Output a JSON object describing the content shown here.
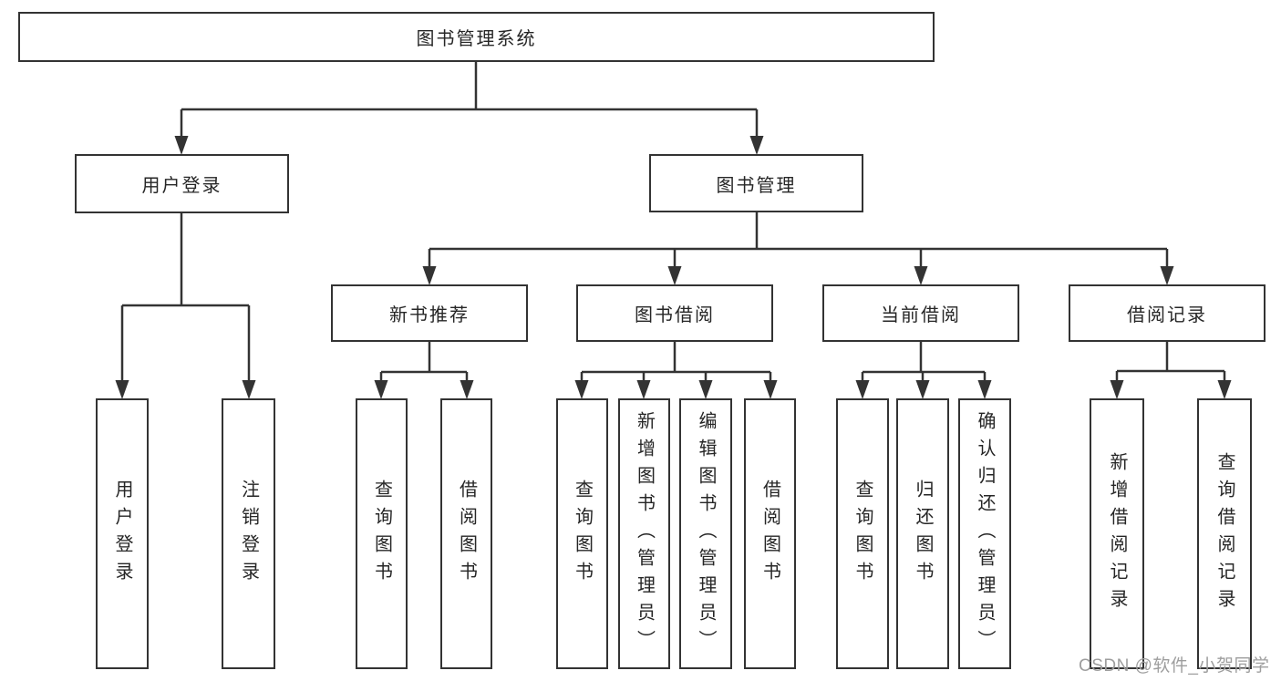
{
  "colors": {
    "line": "#333333",
    "box_border": "#333333",
    "text": "#262626",
    "watermark": "#9e9e9e",
    "background": "#ffffff"
  },
  "watermark": "CSDN @软件_小贺同学",
  "tree": {
    "label": "图书管理系统",
    "children": [
      {
        "label": "用户登录",
        "children": [
          {
            "label": "用户登录"
          },
          {
            "label": "注销登录"
          }
        ]
      },
      {
        "label": "图书管理",
        "children": [
          {
            "label": "新书推荐",
            "children": [
              {
                "label": "查询图书"
              },
              {
                "label": "借阅图书"
              }
            ]
          },
          {
            "label": "图书借阅",
            "children": [
              {
                "label": "查询图书"
              },
              {
                "label": "新增图书（管理员）"
              },
              {
                "label": "编辑图书（管理员）"
              },
              {
                "label": "借阅图书"
              }
            ]
          },
          {
            "label": "当前借阅",
            "children": [
              {
                "label": "查询图书"
              },
              {
                "label": "归还图书"
              },
              {
                "label": "确认归还（管理员）"
              }
            ]
          },
          {
            "label": "借阅记录",
            "children": [
              {
                "label": "新增借阅记录"
              },
              {
                "label": "查询借阅记录"
              }
            ]
          }
        ]
      }
    ]
  }
}
